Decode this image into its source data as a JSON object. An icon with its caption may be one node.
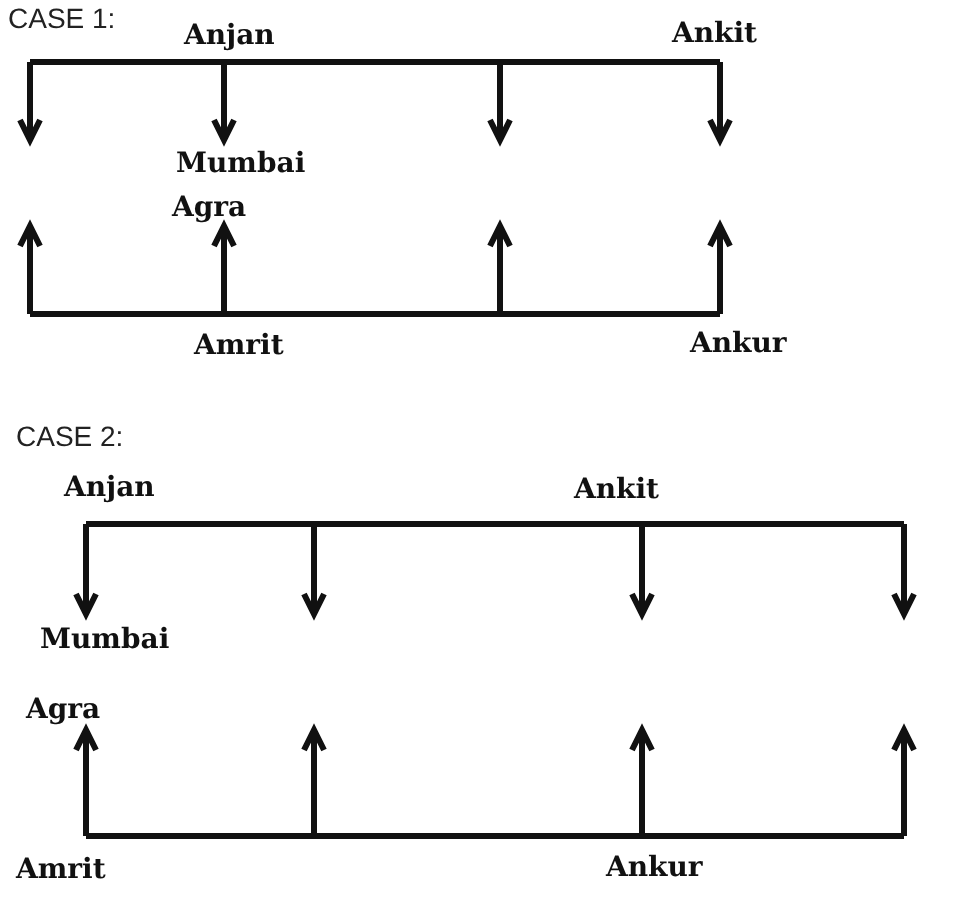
{
  "diagram": {
    "labels": [
      "CASE 1:",
      "Anjan",
      "Ankit",
      "Mumbai",
      "Agra",
      "Amrit",
      "Ankur",
      "CASE 2:",
      "Anjan",
      "Ankit",
      "Mumbai",
      "Agra",
      "Amrit",
      "Ankur"
    ]
  }
}
